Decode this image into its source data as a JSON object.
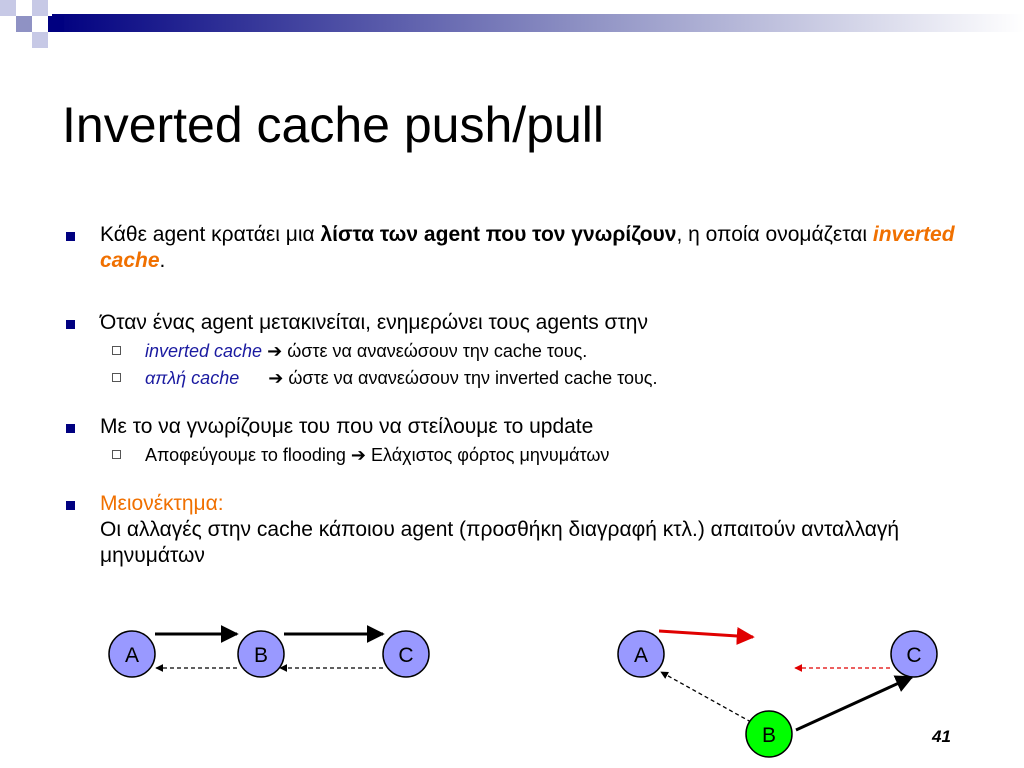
{
  "title": "Inverted cache push/pull",
  "bullets": {
    "b1": {
      "pre": "Κάθε agent κρατάει μια ",
      "bold": "λίστα των agent που τον γνωρίζουν",
      "mid": ", η οποία ονομάζεται ",
      "term": "inverted cache",
      "end": "."
    },
    "b2": {
      "text": "Όταν ένας agent μετακινείται, ενημερώνει τους agents στην",
      "sub1": {
        "term": "inverted cache",
        "rest": "ώστε να ανανεώσουν την cache τους."
      },
      "sub2": {
        "term": "απλή cache",
        "rest": "ώστε να ανανεώσουν την inverted cache τους."
      }
    },
    "b3": {
      "text": "Με το να γνωρίζουμε του που να στείλουμε το update",
      "sub1": {
        "pre": "Αποφεύγουμε το flooding",
        "rest": "Ελάχιστος φόρτος μηνυμάτων"
      }
    },
    "b4": {
      "label": "Μειονέκτημα:",
      "text": "Οι αλλαγές στην cache κάποιου agent (προσθήκη διαγραφή κτλ.) απαιτούν ανταλλαγή μηνυμάτων"
    }
  },
  "arrow_symbol": "➔",
  "diagram": {
    "left": {
      "nodes": [
        "A",
        "B",
        "C"
      ]
    },
    "right": {
      "nodes": [
        "A",
        "C",
        "B"
      ]
    }
  },
  "colors": {
    "accent": "#000080",
    "node_fill": "#9999ff",
    "node_highlight": "#00ff00",
    "push_arrow": "#e00000",
    "term_orange": "#f07000"
  },
  "page_number": "41"
}
